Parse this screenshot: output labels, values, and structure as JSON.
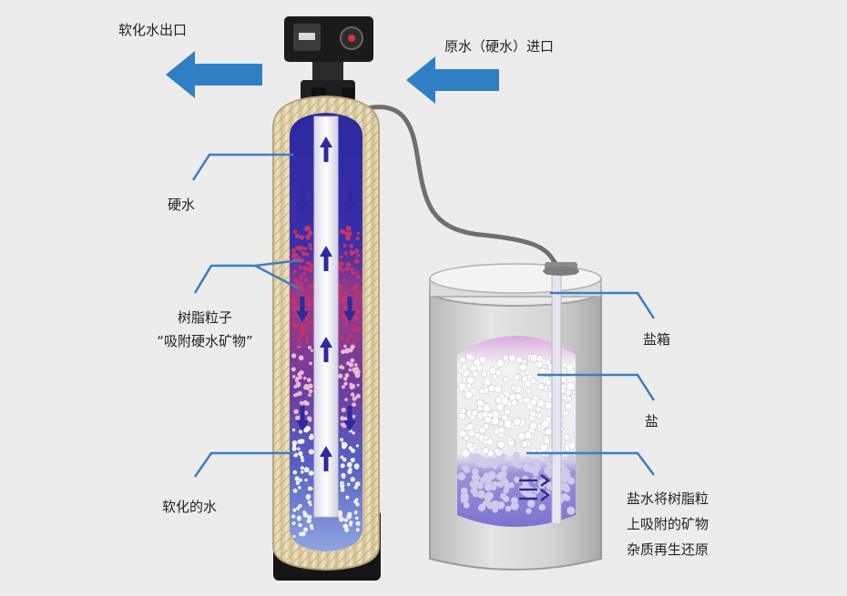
{
  "labels": {
    "soft_outlet": "软化水出口",
    "raw_inlet": "原水（硬水）进口",
    "hard_water": "硬水",
    "resin_line1": "树脂粒子",
    "resin_line2": "“吸附硬水矿物”",
    "softened_water": "软化的水",
    "brine_tank": "盐箱",
    "salt": "盐",
    "brine_line1": "盐水将树脂粒",
    "brine_line2": "上吸附的矿物",
    "brine_line3": "杂质再生还原"
  },
  "colors": {
    "arrow_blue": "#2f7fc4",
    "leader_blue": "#3a7ec2",
    "tank_blue": "#2d2a9e",
    "resin_pink": "#c3356b",
    "salt_pink": "#cc9ed8",
    "fiber_tan": "#e6d6ae"
  },
  "icons": {
    "outlet_arrow": "arrow-left-icon",
    "inlet_arrow": "arrow-left-icon",
    "flow_arrows": "arrow-up-icon / arrow-down-icon"
  }
}
